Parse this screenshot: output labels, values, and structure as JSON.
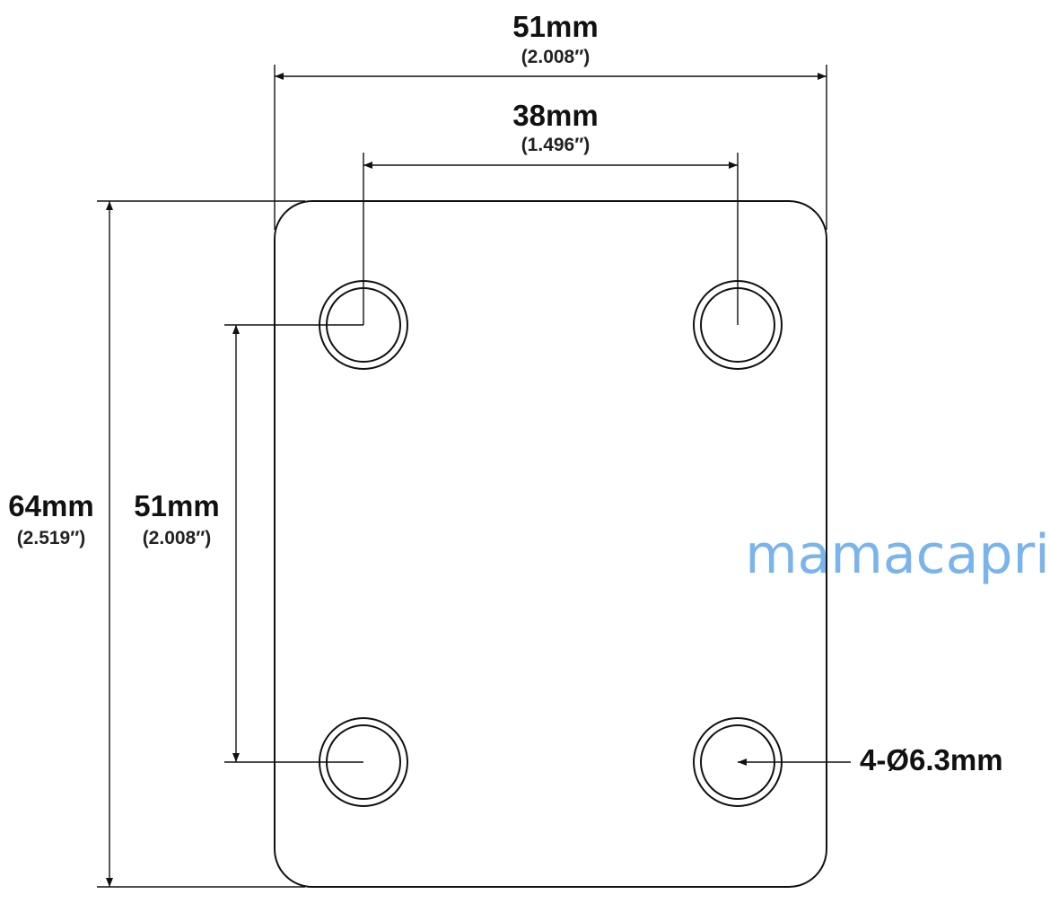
{
  "dimensions": {
    "overall_width": {
      "metric": "51mm",
      "imperial": "(2.008″)"
    },
    "hole_spacing_x": {
      "metric": "38mm",
      "imperial": "(1.496″)"
    },
    "overall_height": {
      "metric": "64mm",
      "imperial": "(2.519″)"
    },
    "hole_spacing_y": {
      "metric": "51mm",
      "imperial": "(2.008″)"
    },
    "hole_spec": "4-Ø6.3mm"
  },
  "watermark": {
    "text": "mamacapri",
    "color": "#7ab4ec"
  },
  "colors": {
    "ink": "#111111",
    "background": "#ffffff"
  }
}
